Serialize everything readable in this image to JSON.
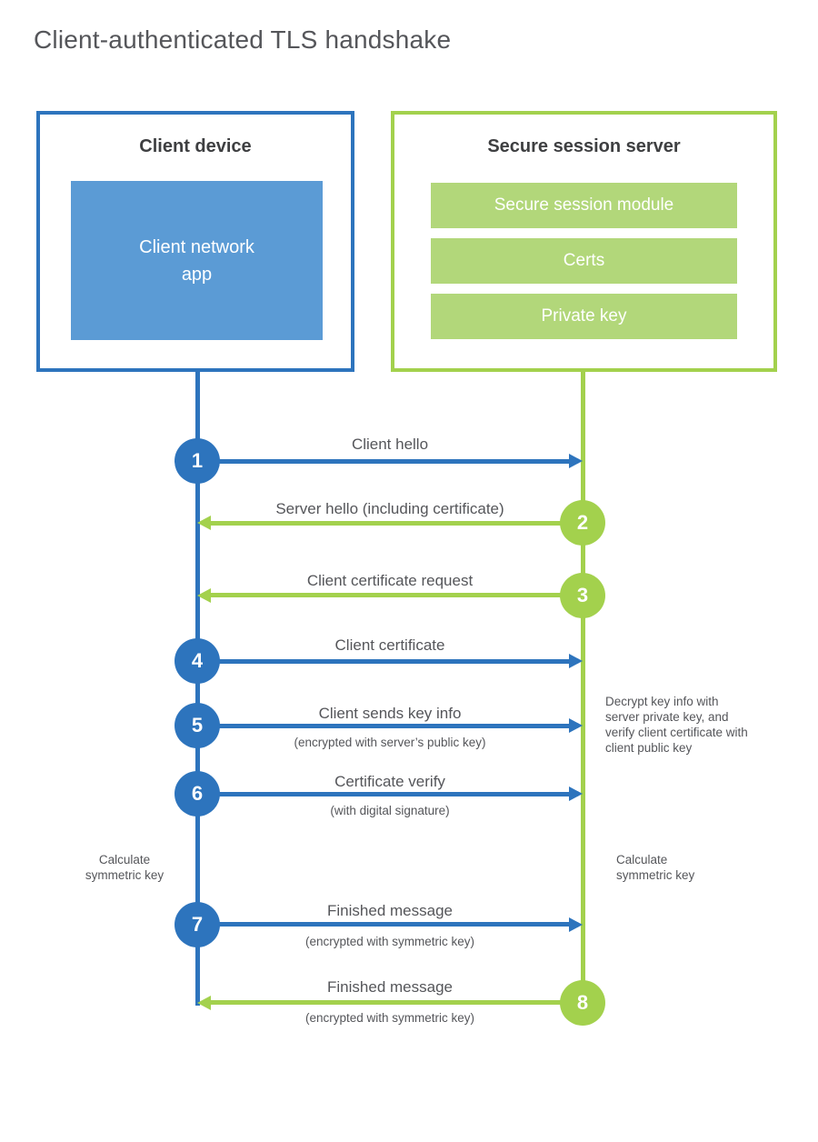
{
  "page": {
    "title": "Client-authenticated TLS handshake"
  },
  "colors": {
    "blue": "#2d74bd",
    "blue_fill": "#5b9bd5",
    "green": "#a3d14d",
    "green_fill": "#b2d77a",
    "text_dark": "#3e3f41",
    "text_gray": "#55565a"
  },
  "client": {
    "title": "Client device",
    "module": "Client network app"
  },
  "server": {
    "title": "Secure session server",
    "modules": [
      "Secure session module",
      "Certs",
      "Private key"
    ]
  },
  "steps": [
    {
      "num": "1",
      "from": "client",
      "direction": "right",
      "label": "Client hello"
    },
    {
      "num": "2",
      "from": "server",
      "direction": "left",
      "label": "Server hello (including certificate)"
    },
    {
      "num": "3",
      "from": "server",
      "direction": "left",
      "label": "Client certificate request"
    },
    {
      "num": "4",
      "from": "client",
      "direction": "right",
      "label": "Client certificate"
    },
    {
      "num": "5",
      "from": "client",
      "direction": "right",
      "label": "Client sends key info",
      "sublabel": "(encrypted with server’s public key)"
    },
    {
      "num": "6",
      "from": "client",
      "direction": "right",
      "label": "Certificate verify",
      "sublabel": "(with digital signature)"
    },
    {
      "num": "7",
      "from": "client",
      "direction": "right",
      "label": "Finished message",
      "sublabel": "(encrypted with symmetric key)"
    },
    {
      "num": "8",
      "from": "server",
      "direction": "left",
      "label": "Finished message",
      "sublabel": "(encrypted with symmetric key)"
    }
  ],
  "annotations": {
    "decrypt_note": "Decrypt key info with server private key, and verify client certificate with client public key",
    "calc_left": "Calculate symmetric key",
    "calc_right": "Calculate symmetric key"
  }
}
